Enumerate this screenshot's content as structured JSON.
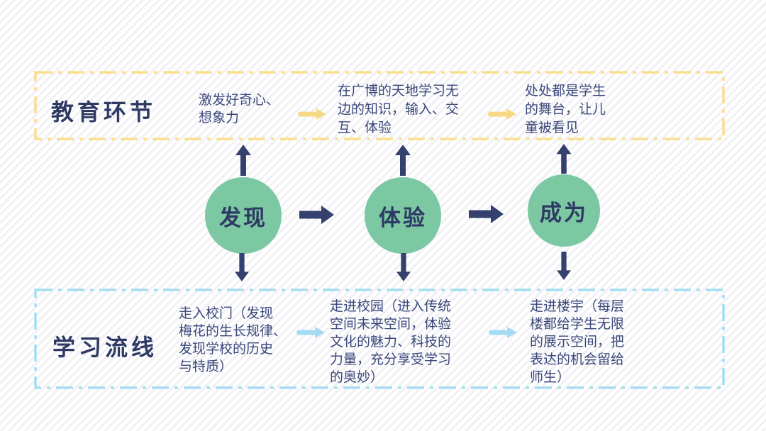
{
  "colors": {
    "navy": "#34406e",
    "title_navy": "#2e3a63",
    "body_text": "#3a477a",
    "node_green": "#7bc8a3",
    "yellow_dash": "#fbdd8d",
    "yellow_arrow": "#f7d985",
    "blue_dash": "#a6ddf2",
    "blue_arrow": "#a3dbf1",
    "background_stripe": "#f1f1f5"
  },
  "top_section": {
    "title": "教育环节",
    "steps": [
      {
        "text": "激发好奇心、\n想象力"
      },
      {
        "text": "在广博的天地学习无\n边的知识，输入、交\n互、体验"
      },
      {
        "text": "处处都是学生\n的舞台，让儿\n童被看见"
      }
    ]
  },
  "flow": {
    "nodes": [
      {
        "label": "发现"
      },
      {
        "label": "体验"
      },
      {
        "label": "成为"
      }
    ]
  },
  "bottom_section": {
    "title": "学习流线",
    "steps": [
      {
        "text": "走入校门（发现\n梅花的生长规律、\n发现学校的历史\n与特质）"
      },
      {
        "text": "走进校园（进入传统\n空间未来空间，体验\n文化的魅力、科技的\n力量，充分享受学习\n的奥妙）"
      },
      {
        "text": "走进楼宇（每层\n楼都给学生无限\n的展示空间，把\n表达的机会留给\n师生）"
      }
    ]
  }
}
